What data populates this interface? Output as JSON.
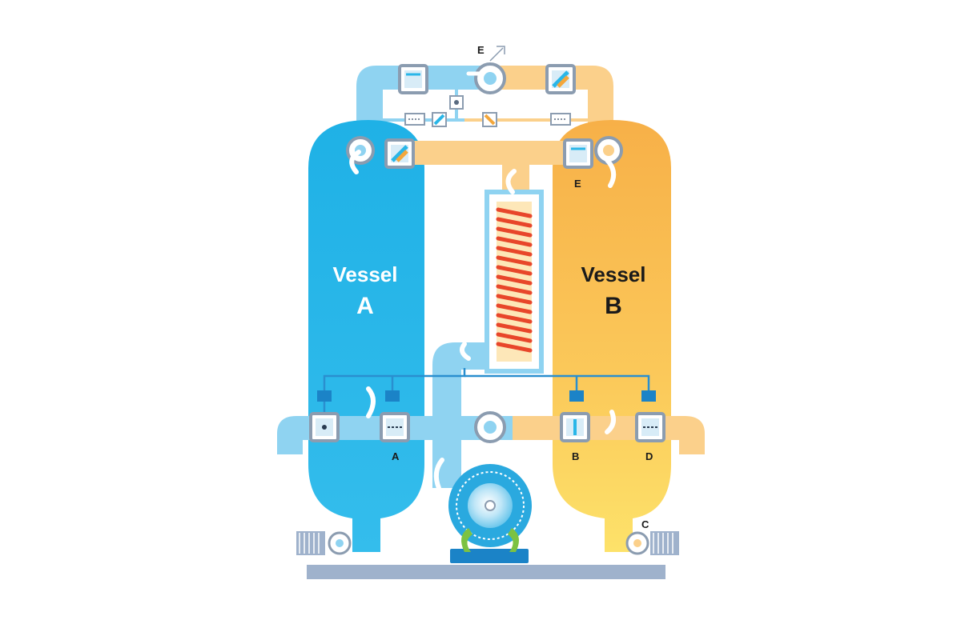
{
  "vessels": {
    "a": {
      "line1": "Vessel",
      "line2": "A"
    },
    "b": {
      "line1": "Vessel",
      "line2": "B"
    }
  },
  "markers": {
    "top_valve": "E",
    "upper_right_valve": "E",
    "lower_valve_a": "A",
    "lower_valve_b": "B",
    "lower_valve_d": "D",
    "drain_valve_c": "C"
  },
  "colors": {
    "adsorbing_blue": "#29b6e8",
    "pipe_blue": "#8fd3f1",
    "regenerating_orange": "#f8b24a",
    "pipe_orange": "#fbd08b",
    "heater_coil": "#e8462a",
    "valve_frame": "#8b9cb0",
    "base_plate": "#9fb2cc",
    "blower_blue": "#2aa9df"
  },
  "icons": [
    "valve-icon",
    "check-valve-icon",
    "heater-coil-icon",
    "blower-icon",
    "silencer-icon",
    "flow-arrow-icon",
    "solenoid-icon"
  ]
}
